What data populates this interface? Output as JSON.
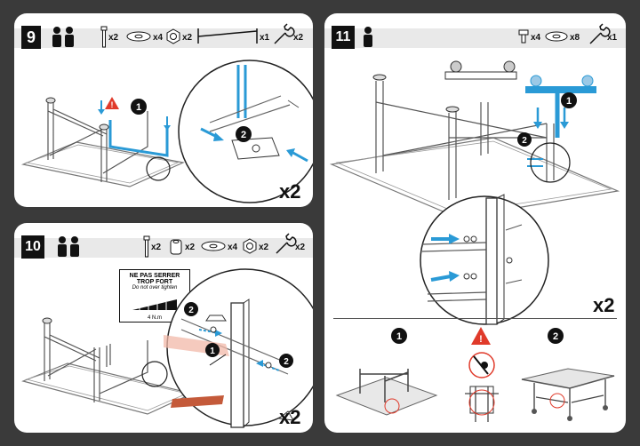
{
  "steps": [
    {
      "number": "9",
      "parts": [
        "x2",
        "x4",
        "x2",
        "x1",
        "x2"
      ],
      "multiplier": "x2",
      "callouts": [
        "1",
        "2"
      ]
    },
    {
      "number": "10",
      "parts": [
        "x2",
        "x2",
        "x4",
        "x2",
        "x2"
      ],
      "multiplier": "x2",
      "callouts": [
        "1",
        "2"
      ],
      "warning_label": {
        "line1": "NE PAS SERRER",
        "line2": "TROP FORT",
        "line3": "Do not over tighten",
        "torque": "4 N.m"
      }
    },
    {
      "number": "11",
      "parts": [
        "x4",
        "x8",
        "x1"
      ],
      "multiplier": "x2",
      "callouts": [
        "1",
        "2"
      ],
      "sequence": [
        "1",
        "!",
        "2"
      ]
    }
  ],
  "colors": {
    "accent": "#2a9ad6",
    "warning": "#e03a2a",
    "highlight": "#f2b8a8"
  }
}
